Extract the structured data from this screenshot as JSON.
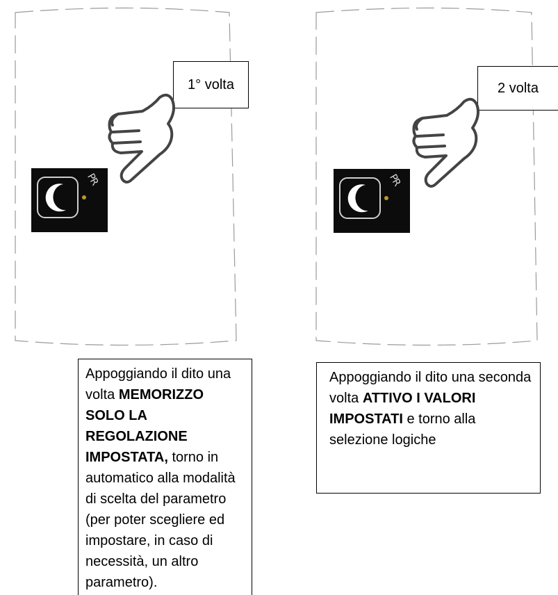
{
  "panels": [
    {
      "label": "1° volta",
      "device_badge": "PR",
      "caption": {
        "before": "Appoggiando il dito una volta ",
        "bold": "MEMORIZZO SOLO LA REGOLAZIONE IMPOSTATA,",
        "after": " torno in automatico alla modalità di scelta del parametro (per poter scegliere ed impostare, in caso di necessità, un altro parametro)."
      }
    },
    {
      "label": "2 volta",
      "device_badge": "PR",
      "caption": {
        "before": "Appoggiando il dito una seconda volta ",
        "bold": "ATTIVO I VALORI IMPOSTATI",
        "after": " e torno alla selezione logiche"
      }
    }
  ],
  "icons": {
    "hand": "pointing-hand-icon",
    "moon": "crescent-moon-icon"
  },
  "colors": {
    "device_background": "#0c0c0c",
    "device_button_border": "#cfcfcf",
    "led": "#b89a2a",
    "frame_dash": "#9a9a9a"
  }
}
